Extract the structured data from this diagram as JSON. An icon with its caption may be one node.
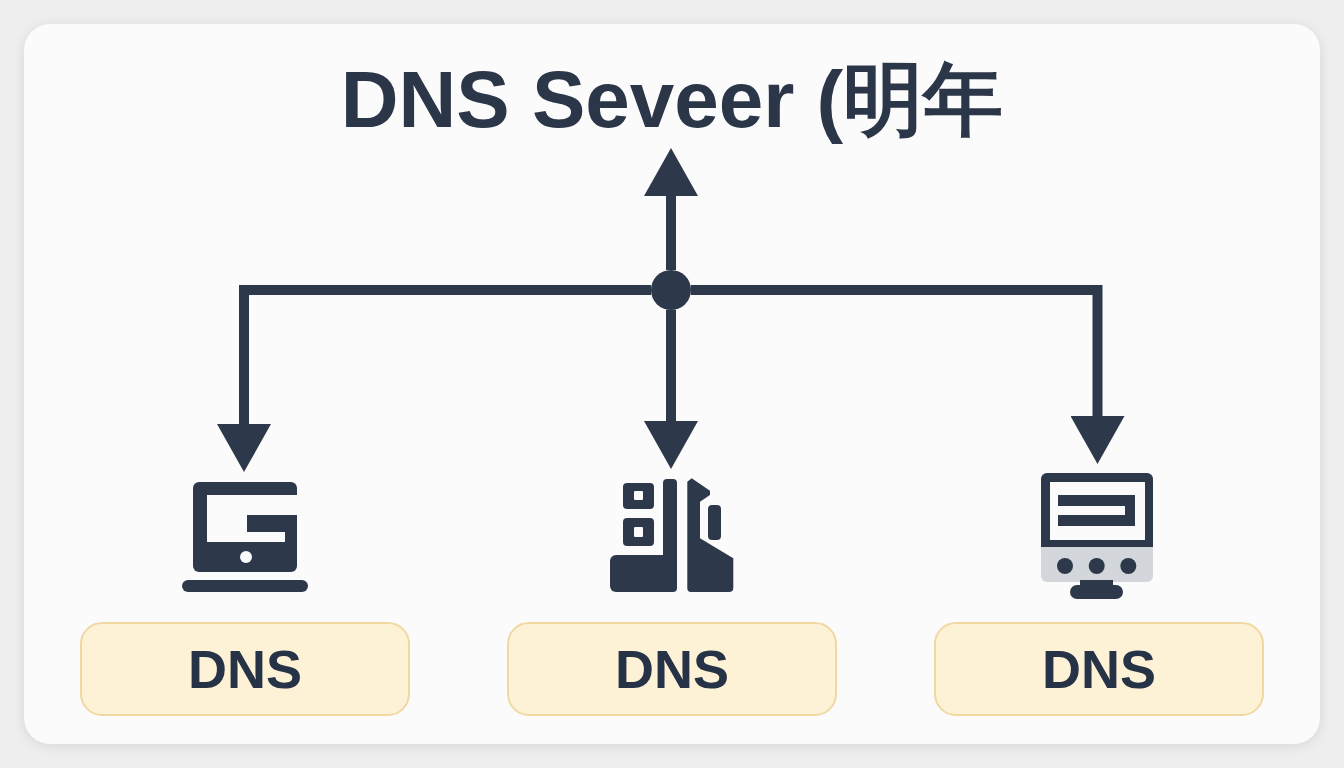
{
  "diagram": {
    "nodes": [
      {
        "text": [
          "DNS Seveer (明年"
        ]
      },
      {
        "text": [],
        "shape": "circle"
      },
      {
        "text": [],
        "shape": "picture"
      },
      {
        "text": [],
        "shape": "picture"
      },
      {
        "text": [],
        "shape": "picture"
      },
      {
        "text": [
          "DNS"
        ]
      },
      {
        "text": [
          "DNS"
        ]
      },
      {
        "text": [
          "DNS"
        ]
      }
    ],
    "edges": [
      {
        "from": 1,
        "to": 0,
        "arrow": "to"
      },
      {
        "from": 1,
        "to": 2,
        "arrow": "to"
      },
      {
        "from": 1,
        "to": 3,
        "arrow": "to"
      },
      {
        "from": 1,
        "to": 4,
        "arrow": "to"
      }
    ]
  }
}
